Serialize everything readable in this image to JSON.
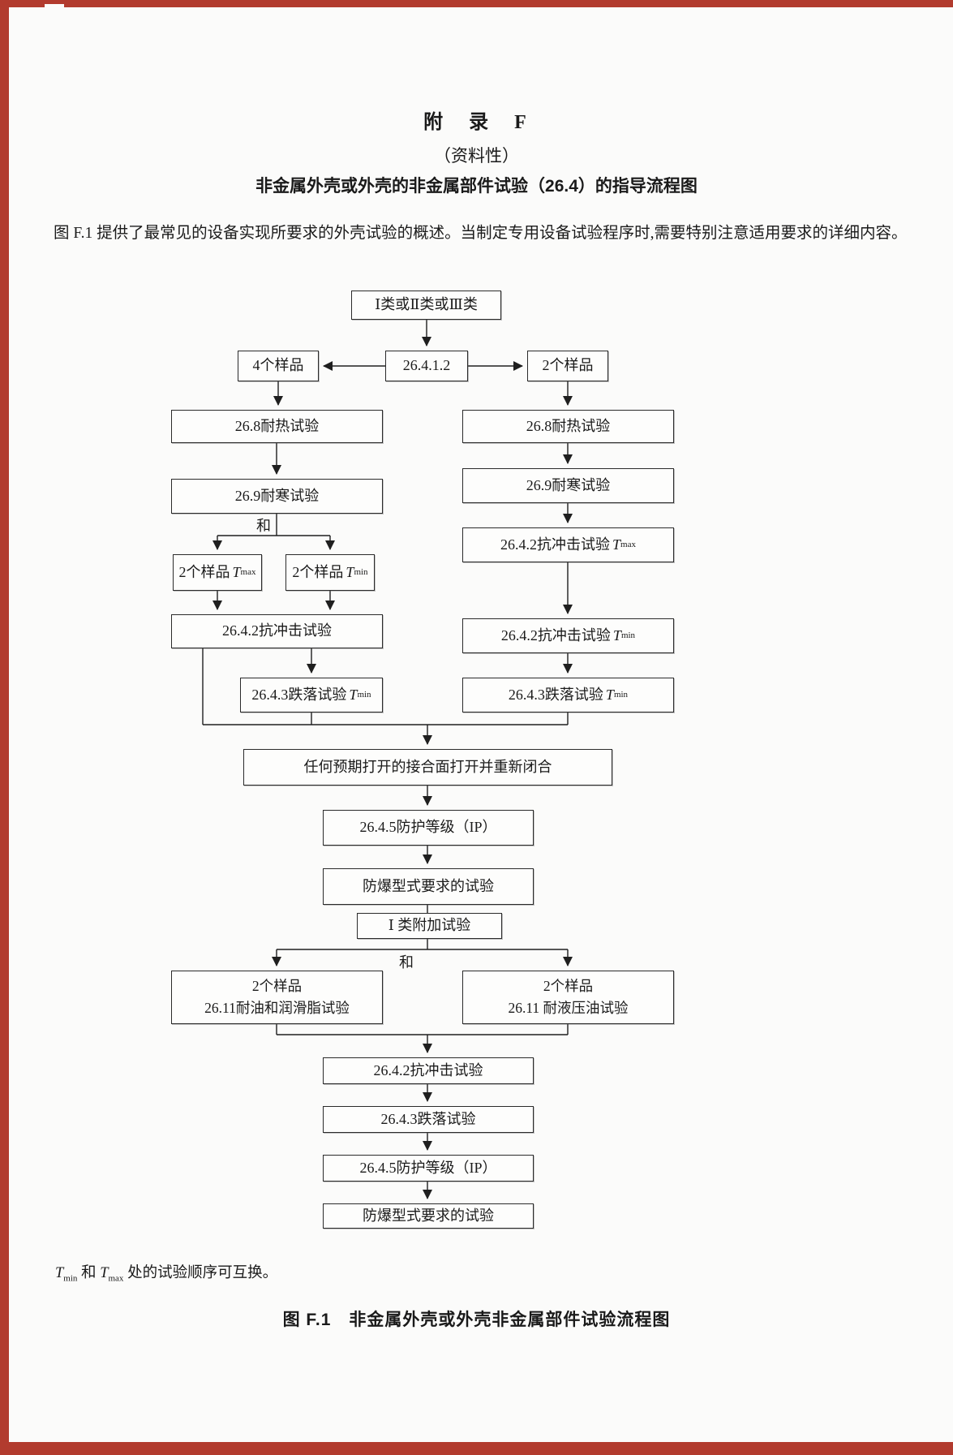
{
  "page": {
    "appendix_title": "附　录　F",
    "appendix_note": "（资料性）",
    "appendix_subtitle": "非金属外壳或外壳的非金属部件试验（26.4）的指导流程图",
    "paragraph": "图 F.1 提供了最常见的设备实现所要求的外壳试验的概述。当制定专用设备试验程序时,需要特别注意适用要求的详细内容。",
    "caption": "图 F.1　非金属外壳或外壳非金属部件试验流程图"
  },
  "footnote": {
    "t1": "T",
    "sub1": "min",
    "mid": " 和 ",
    "t2": "T",
    "sub2": "max",
    "rest": " 处的试验顺序可互换。"
  },
  "flowchart": {
    "nodes": {
      "cls": {
        "label": "Ⅰ类或Ⅱ类或Ⅲ类"
      },
      "s4": {
        "label": "4个样品"
      },
      "ref": {
        "label": "26.4.1.2"
      },
      "s2": {
        "label": "2个样品"
      },
      "heat_l": {
        "label": "26.8耐热试验"
      },
      "heat_r": {
        "label": "26.8耐热试验"
      },
      "cold_l": {
        "label": "26.9耐寒试验"
      },
      "cold_r": {
        "label": "26.9耐寒试验"
      },
      "and1": {
        "label": "和"
      },
      "tmax_samples": {
        "label": "2个样品",
        "t": "T",
        "sub": "max"
      },
      "tmin_samples": {
        "label": "2个样品",
        "t": "T",
        "sub": "min"
      },
      "impact_tmax_r": {
        "label": "26.4.2抗冲击试验",
        "t": "T",
        "sub": "max"
      },
      "impact_l": {
        "label": "26.4.2抗冲击试验"
      },
      "impact_tmin_r": {
        "label": "26.4.2抗冲击试验",
        "t": "T",
        "sub": "min"
      },
      "drop_tmin_l": {
        "label": "26.4.3跌落试验",
        "t": "T",
        "sub": "min"
      },
      "drop_tmin_r": {
        "label": "26.4.3跌落试验",
        "t": "T",
        "sub": "min"
      },
      "joint": {
        "label": "任何预期打开的接合面打开并重新闭合"
      },
      "ip1": {
        "label": "26.4.5防护等级（IP）"
      },
      "extype1": {
        "label": "防爆型式要求的试验"
      },
      "group1": {
        "label": "Ⅰ 类附加试验"
      },
      "and2": {
        "label": "和"
      },
      "oil": {
        "line1": "2个样品",
        "line2": "26.11耐油和润滑脂试验"
      },
      "hydraulic": {
        "line1": "2个样品",
        "line2": "26.11 耐液压油试验"
      },
      "impact_b": {
        "label": "26.4.2抗冲击试验"
      },
      "drop_b": {
        "label": "26.4.3跌落试验"
      },
      "ip2": {
        "label": "26.4.5防护等级（IP）"
      },
      "extype2": {
        "label": "防爆型式要求的试验"
      }
    }
  },
  "colors": {
    "frame_red": "#b23b2e",
    "line": "#1f1f1f"
  }
}
